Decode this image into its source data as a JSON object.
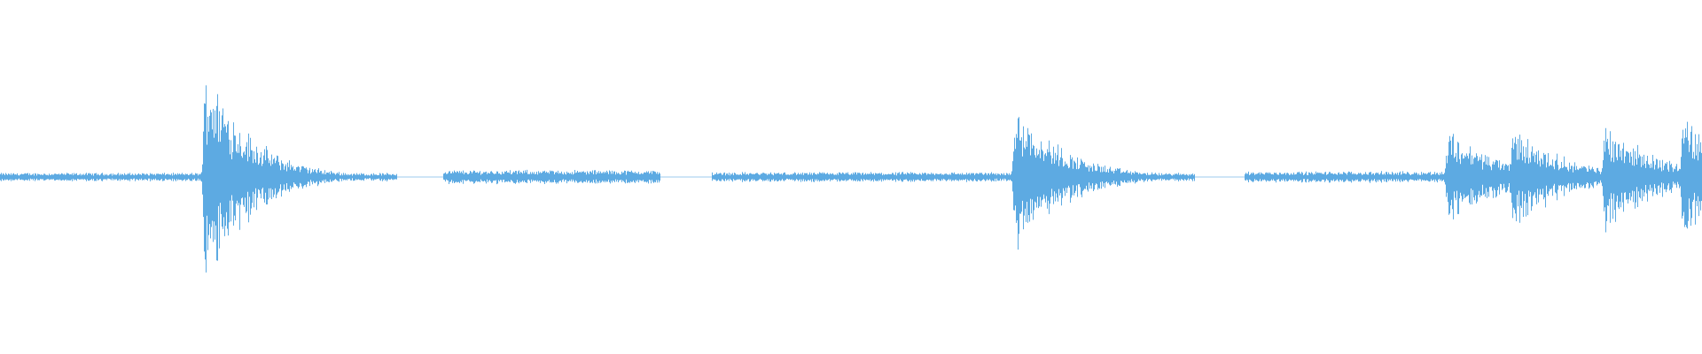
{
  "waveform": {
    "color": "#5DAAE2",
    "background": "#FFFFFF",
    "baseline_amplitude": 0.03,
    "segments": [
      {
        "type": "noise",
        "start": 0.0,
        "end": 0.118,
        "amp": 0.03
      },
      {
        "type": "burst",
        "start": 0.118,
        "end": 0.233,
        "peak": 0.98,
        "decay": 0.025
      },
      {
        "type": "noise",
        "start": 0.26,
        "end": 0.388,
        "amp": 0.05
      },
      {
        "type": "noise",
        "start": 0.418,
        "end": 0.594,
        "amp": 0.035
      },
      {
        "type": "burst",
        "start": 0.594,
        "end": 0.702,
        "peak": 0.62,
        "decay": 0.028
      },
      {
        "type": "noise",
        "start": 0.731,
        "end": 0.848,
        "amp": 0.04
      },
      {
        "type": "burst",
        "start": 0.848,
        "end": 0.886,
        "peak": 0.4,
        "decay": 0.03
      },
      {
        "type": "burst",
        "start": 0.886,
        "end": 0.94,
        "peak": 0.42,
        "decay": 0.03
      },
      {
        "type": "burst",
        "start": 0.94,
        "end": 0.986,
        "peak": 0.46,
        "decay": 0.03
      },
      {
        "type": "burst",
        "start": 0.986,
        "end": 1.0,
        "peak": 0.58,
        "decay": 0.02
      }
    ]
  }
}
